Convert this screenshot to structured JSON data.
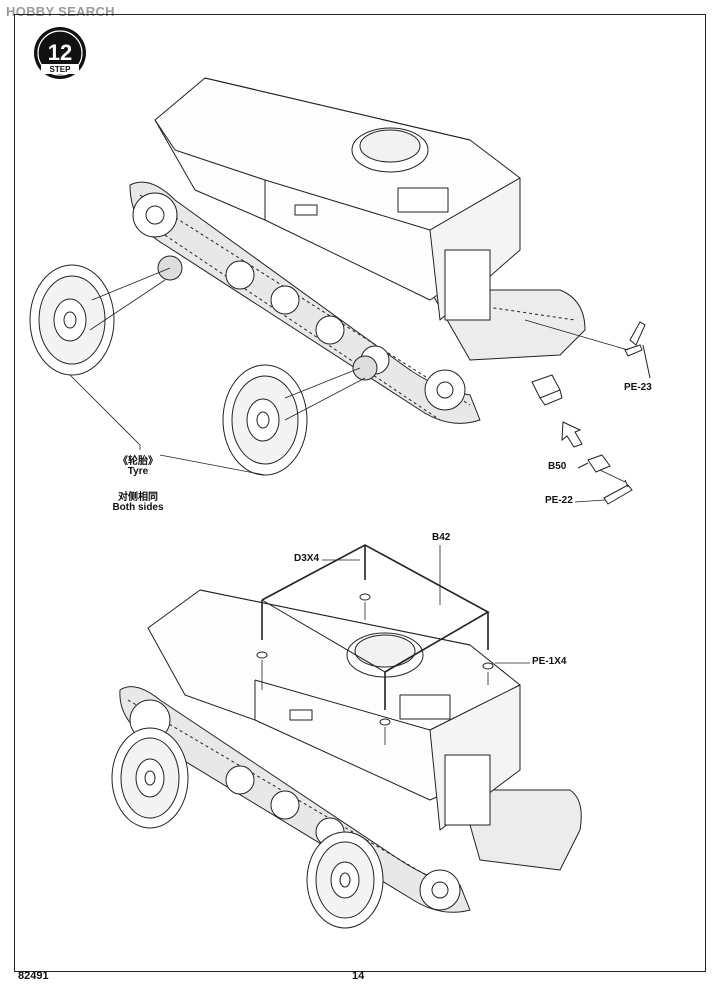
{
  "watermark": {
    "brand": "HOBBY",
    "suffix": "SEARCH"
  },
  "step": {
    "number": "12",
    "label": "STEP"
  },
  "callouts": {
    "tyre_cn": "《轮胎》",
    "tyre_en": "Tyre",
    "sides_cn": "对侧相同",
    "sides_en": "Both sides",
    "pe23": "PE-23",
    "b50": "B50",
    "pe22": "PE-22",
    "b42": "B42",
    "d3x4": "D3X4",
    "pe1x4": "PE-1X4"
  },
  "footer": {
    "kit_number": "82491",
    "page_number": "14"
  }
}
